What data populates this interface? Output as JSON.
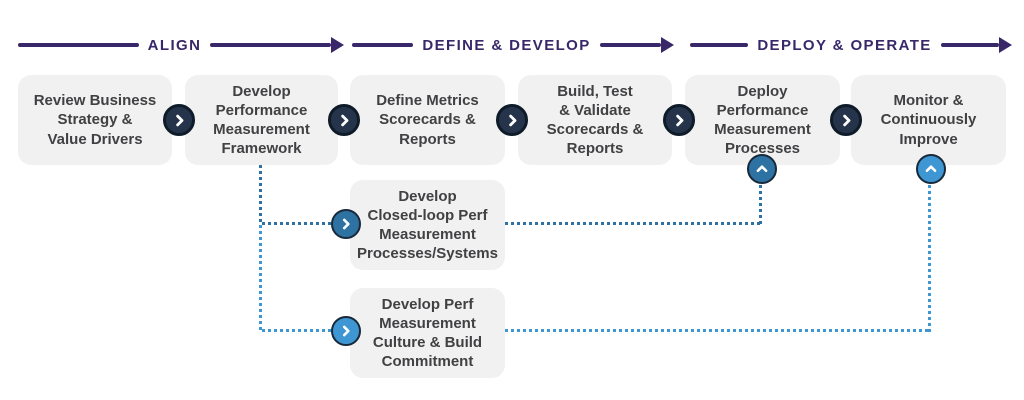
{
  "phases": [
    {
      "label": "ALIGN"
    },
    {
      "label": "DEFINE & DEVELOP"
    },
    {
      "label": "DEPLOY & OPERATE"
    }
  ],
  "steps": [
    {
      "label": "Review Business\nStrategy &\nValue Drivers"
    },
    {
      "label": "Develop\nPerformance\nMeasurement\nFramework"
    },
    {
      "label": "Define Metrics\nScorecards &\nReports"
    },
    {
      "label": "Build, Test\n& Validate\nScorecards &\nReports"
    },
    {
      "label": "Deploy\nPerformance\nMeasurement\nProcesses"
    },
    {
      "label": "Monitor &\nContinuously\nImprove"
    }
  ],
  "sub_steps": [
    {
      "label": "Develop\nClosed-loop Perf\nMeasurement\nProcesses/Systems"
    },
    {
      "label": "Develop Perf\nMeasurement\nCulture & Build\nCommitment"
    }
  ],
  "icons": {
    "step_connector": "chevron-right",
    "feedback_connector": "chevron-up",
    "phase_arrow": "arrowhead-right"
  },
  "colors": {
    "phase_text": "#38286a",
    "box_bg": "#f1f1f2",
    "box_text": "#414042",
    "connector_circle": "#25344a",
    "loop_dark_blue": "#2d72a2",
    "loop_light_blue": "#3e96d3"
  }
}
